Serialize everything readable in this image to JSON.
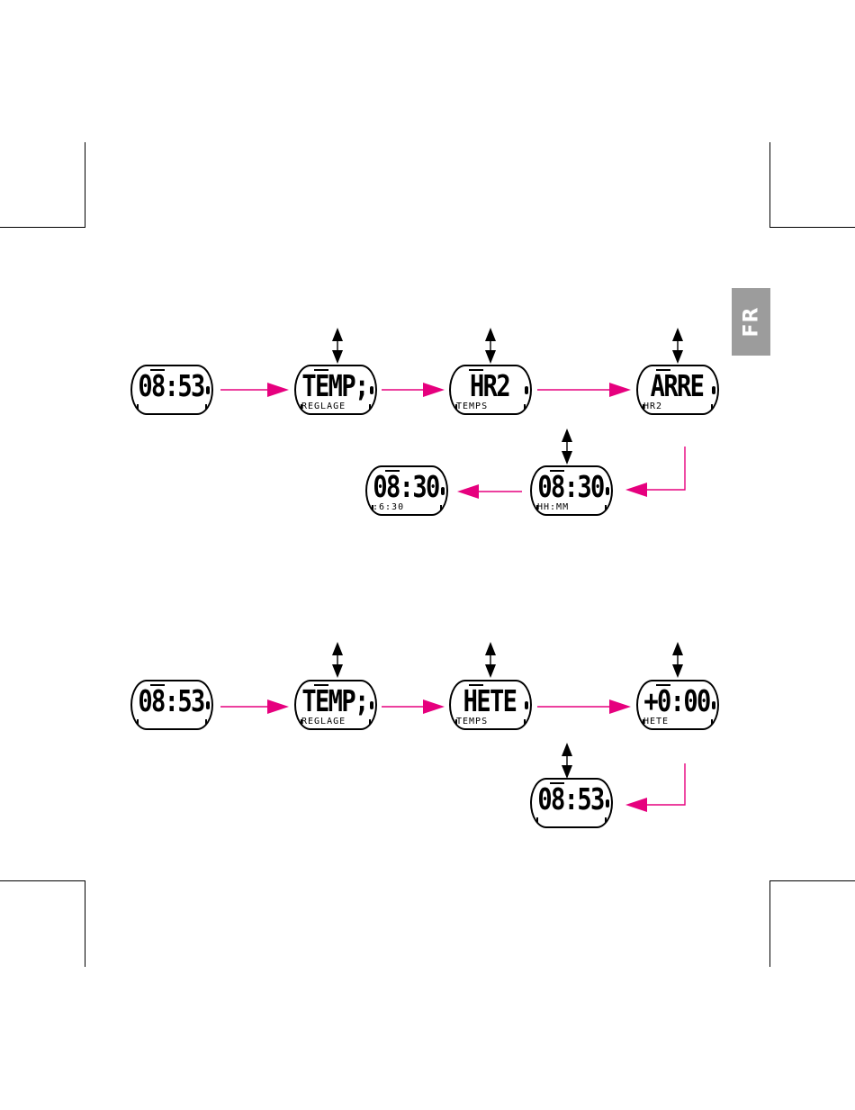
{
  "language_tab": "FR",
  "colors": {
    "arrow": "#e6007e",
    "tab": "#9c9c9c"
  },
  "sequence_top": {
    "displays": [
      {
        "main": "08:53",
        "sub": ""
      },
      {
        "main": "TEMP;",
        "sub": "REGLAGE"
      },
      {
        "main": "HR2",
        "sub": "TEMPS"
      },
      {
        "main": "ARRE",
        "sub": "HR2"
      },
      {
        "main": "08:30",
        "sub": "HH:MM"
      },
      {
        "main": "08:30",
        "sub": ":6:30"
      }
    ]
  },
  "sequence_bottom": {
    "displays": [
      {
        "main": "08:53",
        "sub": ""
      },
      {
        "main": "TEMP;",
        "sub": "REGLAGE"
      },
      {
        "main": "HETE",
        "sub": "TEMPS"
      },
      {
        "main": "+0:00",
        "sub": "HETE"
      },
      {
        "main": "08:53",
        "sub": ""
      }
    ]
  },
  "icons": {
    "updown": "up-down-triangle-icon",
    "flow_arrow": "right-arrow-icon",
    "return_arrow": "elbow-arrow-icon"
  }
}
